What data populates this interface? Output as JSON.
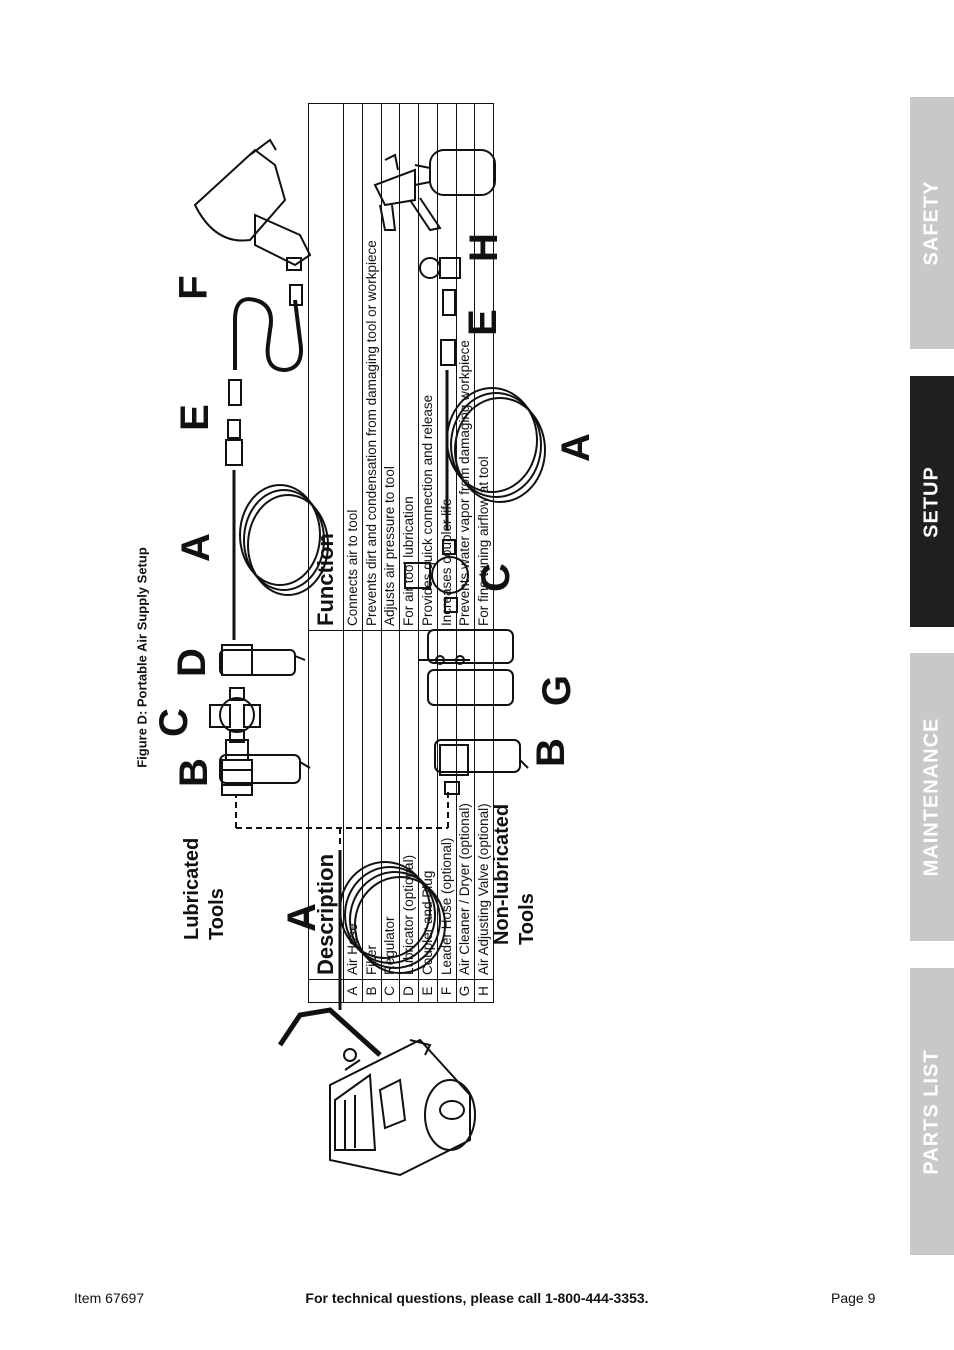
{
  "figure_caption": "Figure D: Portable Air Supply Setup",
  "groups": {
    "lubricated": [
      "Lubricated",
      "Tools"
    ],
    "non_lubricated": [
      "Non-lubricated",
      "Tools"
    ]
  },
  "component_labels": {
    "A": "A",
    "B": "B",
    "C": "C",
    "D": "D",
    "E": "E",
    "F": "F",
    "G": "G",
    "H": "H"
  },
  "table": {
    "headers": [
      "",
      "Description",
      "Function"
    ],
    "rows": [
      {
        "key": "A",
        "description": "Air Hose",
        "function": "Connects air to tool"
      },
      {
        "key": "B",
        "description": "Filter",
        "function": "Prevents dirt and condensation from damaging tool or workpiece"
      },
      {
        "key": "C",
        "description": "Regulator",
        "function": "Adjusts air pressure to tool"
      },
      {
        "key": "D",
        "description": "Lubricator (optional)",
        "function": "For air tool lubrication"
      },
      {
        "key": "E",
        "description": "Coupler and Plug",
        "function": "Provides quick connection and release"
      },
      {
        "key": "F",
        "description": "Leader Hose (optional)",
        "function": "Increases coupler life"
      },
      {
        "key": "G",
        "description": "Air Cleaner / Dryer (optional)",
        "function": "Prevents water vapor from damaging workpiece"
      },
      {
        "key": "H",
        "description": "Air Adjusting Valve (optional)",
        "function": "For fine tuning airflow at tool"
      }
    ]
  },
  "side_tabs": [
    {
      "label": "SAFETY",
      "active": false
    },
    {
      "label": "SETUP",
      "active": true
    },
    {
      "label": "MAINTENANCE",
      "active": false
    },
    {
      "label": "PARTS LIST",
      "active": false
    }
  ],
  "footer": {
    "item": "Item 67697",
    "tech_line": "For technical questions, please call 1-800-444-3353.",
    "page": "Page 9"
  },
  "colors": {
    "tab_inactive": "#c8c8c8",
    "tab_active": "#1f1f1f",
    "ink": "#111111"
  }
}
